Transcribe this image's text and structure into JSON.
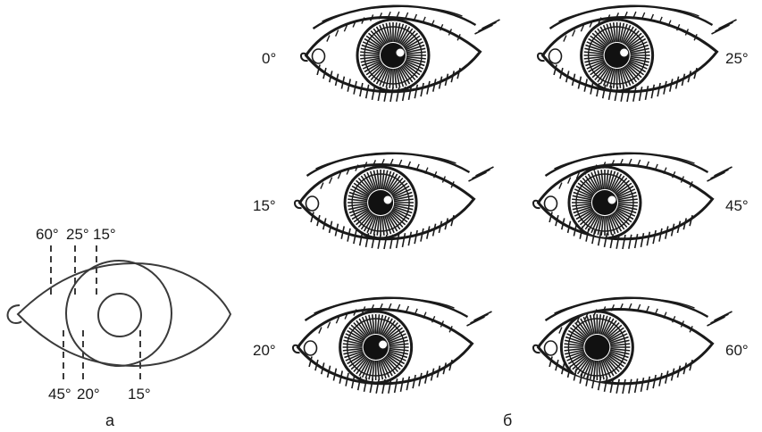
{
  "panel_a": {
    "label": "а",
    "top_angles": [
      "60°",
      "25°",
      "15°"
    ],
    "bottom_angles": [
      "45°",
      "20°",
      "15°"
    ]
  },
  "panel_b": {
    "label": "б",
    "eyes": [
      {
        "angle": "0°",
        "iris_offset": 0.0,
        "highlight": true
      },
      {
        "angle": "25°",
        "iris_offset": -0.25,
        "highlight": true
      },
      {
        "angle": "15°",
        "iris_offset": -0.12,
        "highlight": true
      },
      {
        "angle": "45°",
        "iris_offset": -0.4,
        "highlight": true
      },
      {
        "angle": "20°",
        "iris_offset": -0.18,
        "highlight": true
      },
      {
        "angle": "60°",
        "iris_offset": -0.55,
        "highlight": false
      }
    ]
  }
}
